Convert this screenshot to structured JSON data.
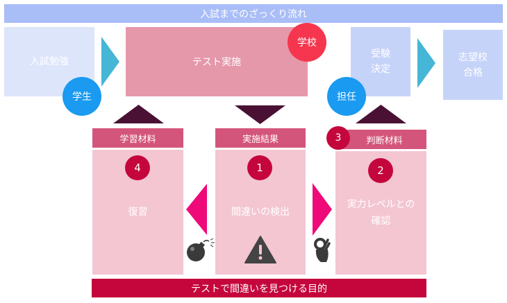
{
  "title": "入試までのざっくり流れ",
  "top_flow": {
    "step1": "入試勉強",
    "step2": "テスト実施",
    "step3_line1": "受験",
    "step3_line2": "決定",
    "step4_line1": "志望校",
    "step4_line2": "合格"
  },
  "badges": {
    "student": "学生",
    "school": "学校",
    "teacher": "担任"
  },
  "columns": {
    "left": {
      "header": "学習材料",
      "number": "4",
      "body": "復習"
    },
    "middle": {
      "header": "実施結果",
      "number": "1",
      "body": "間違いの検出"
    },
    "right": {
      "header": "判断材料",
      "header_number": "3",
      "number": "2",
      "body_line1": "実力レベルとの",
      "body_line2": "確認"
    }
  },
  "footer": "テストで間違いを見つける目的",
  "colors": {
    "title_bar": "#a9bdf7",
    "light_box": "#dde5fb",
    "blue_box": "#c6d3f9",
    "pink_box": "#e698ab",
    "column_header": "#d4557b",
    "column_body": "#f3c6d2",
    "dark_red": "#c4063c",
    "arrow_cyan": "#45b6d6",
    "arrow_magenta": "#ef0a7a",
    "triangle_dark": "#4a1135",
    "badge_blue": "#1a9af0",
    "badge_red": "#f5364e"
  },
  "icons": [
    "bomb-icon",
    "warning-icon",
    "ok-hand-icon"
  ]
}
